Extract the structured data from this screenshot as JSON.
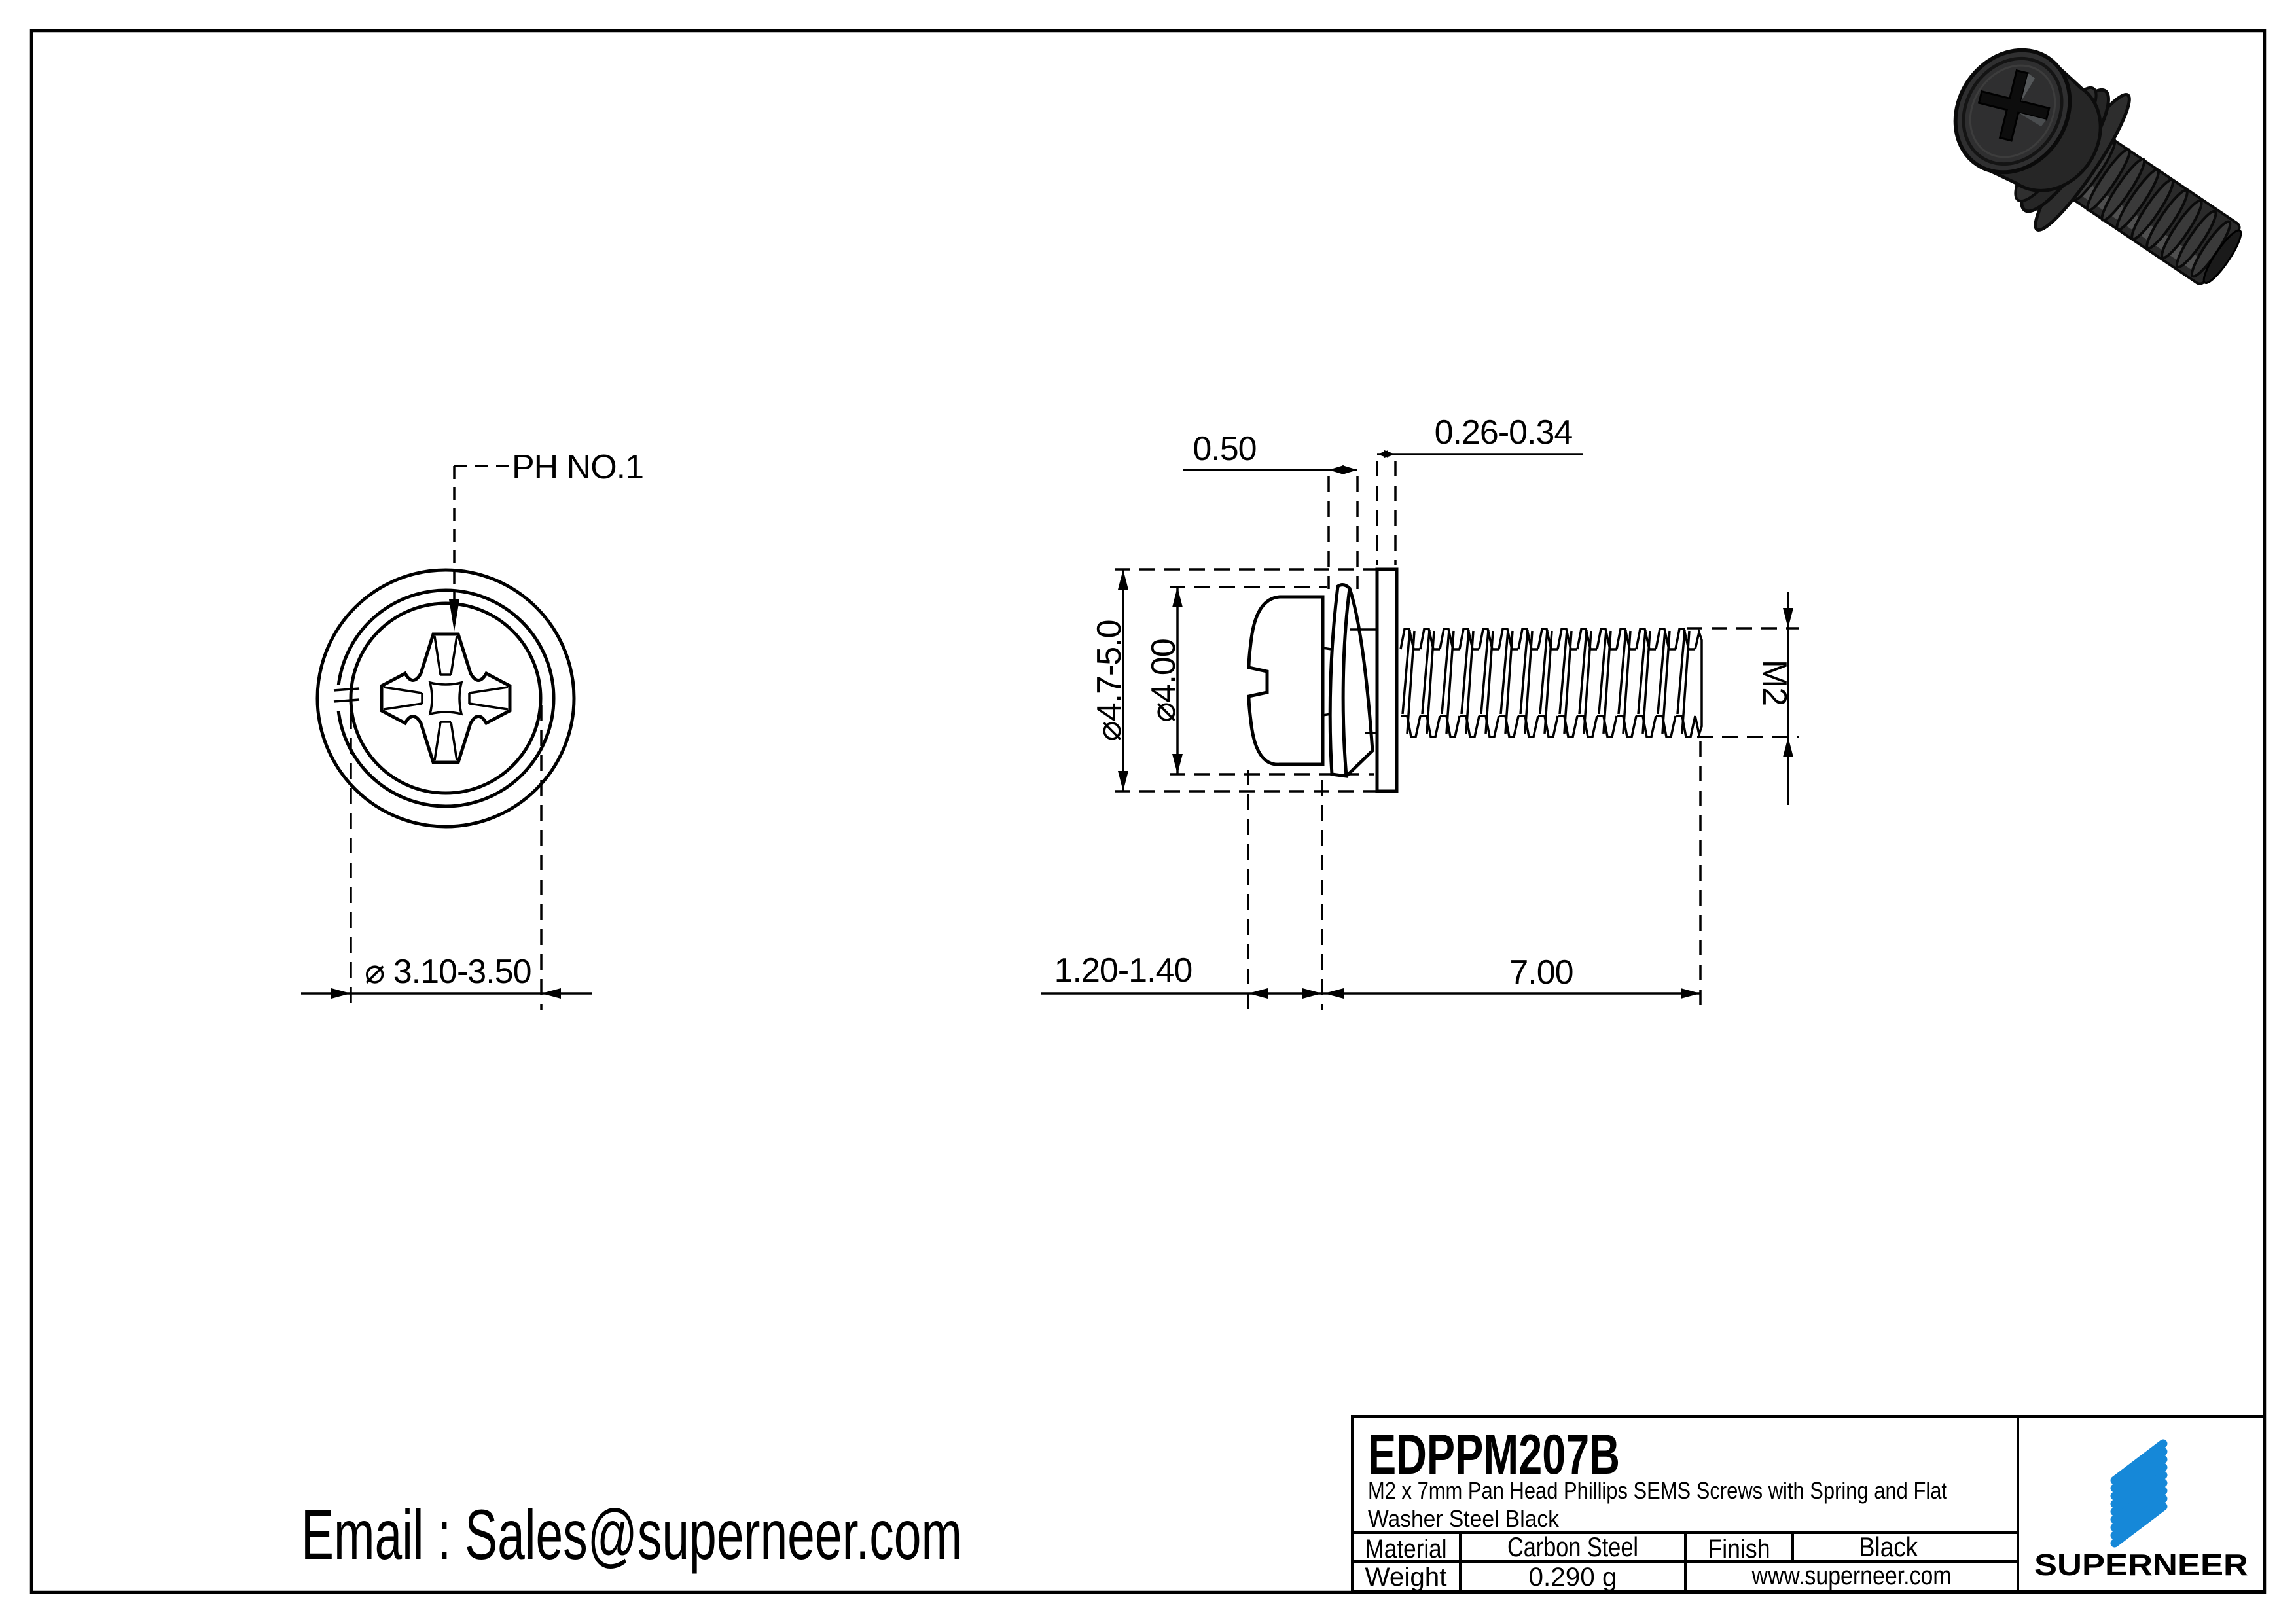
{
  "drawing": {
    "front_view": {
      "drive_label": "PH NO.1",
      "head_diameter": "⌀ 3.10-3.50"
    },
    "side_view": {
      "spring_washer_thickness": "0.50",
      "flat_washer_thickness": "0.26-0.34",
      "flat_washer_od": "⌀4.7-5.0",
      "spring_washer_od": "⌀4.00",
      "thread_spec": "M2",
      "head_height": "1.20-1.40",
      "thread_length": "7.00"
    }
  },
  "contact": {
    "email": "Email : Sales@superneer.com"
  },
  "title_block": {
    "part_number": "EDPPM207B",
    "description_line1": "M2 x 7mm Pan Head Phillips SEMS Screws with Spring and Flat",
    "description_line2": "Washer Steel Black",
    "material_label": "Material",
    "material_value": "Carbon Steel",
    "finish_label": "Finish",
    "finish_value": "Black",
    "weight_label": "Weight",
    "weight_value": "0.290 g",
    "website": "www.superneer.com",
    "brand": "SUPERNEER"
  },
  "colors": {
    "brand_blue": "#1688d8",
    "link_blue": "#1b7fd1",
    "line_black": "#000000"
  }
}
